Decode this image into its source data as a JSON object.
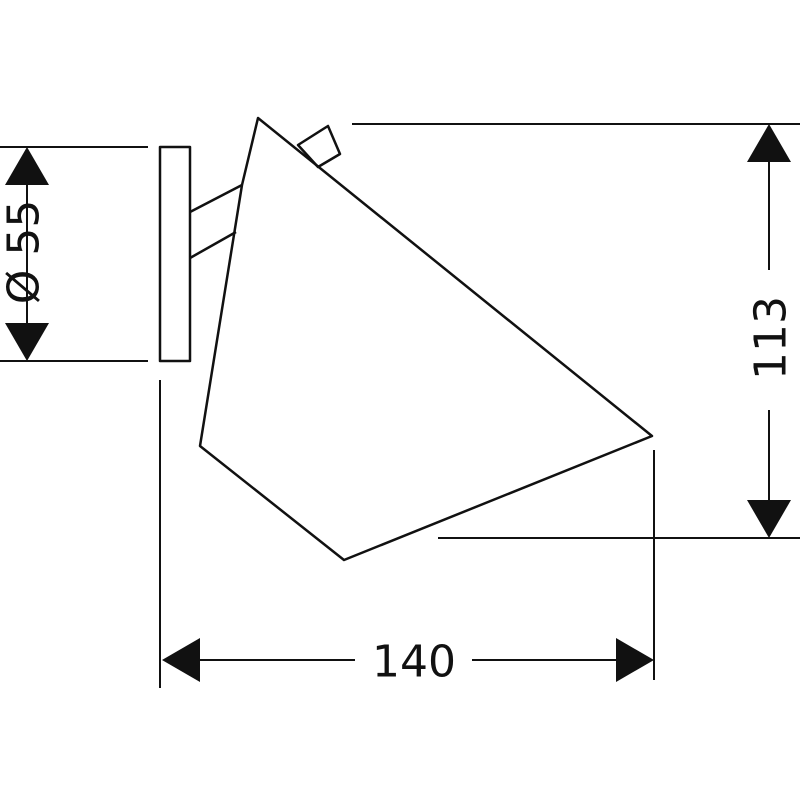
{
  "dimensions": {
    "diameter": {
      "value": 55,
      "label": "Ø 55",
      "unit": "mm"
    },
    "height": {
      "value": 113,
      "label": "113",
      "unit": "mm"
    },
    "projection": {
      "value": 140,
      "label": "140",
      "unit": "mm"
    }
  },
  "colors": {
    "line": "#111111",
    "background": "#ffffff"
  }
}
